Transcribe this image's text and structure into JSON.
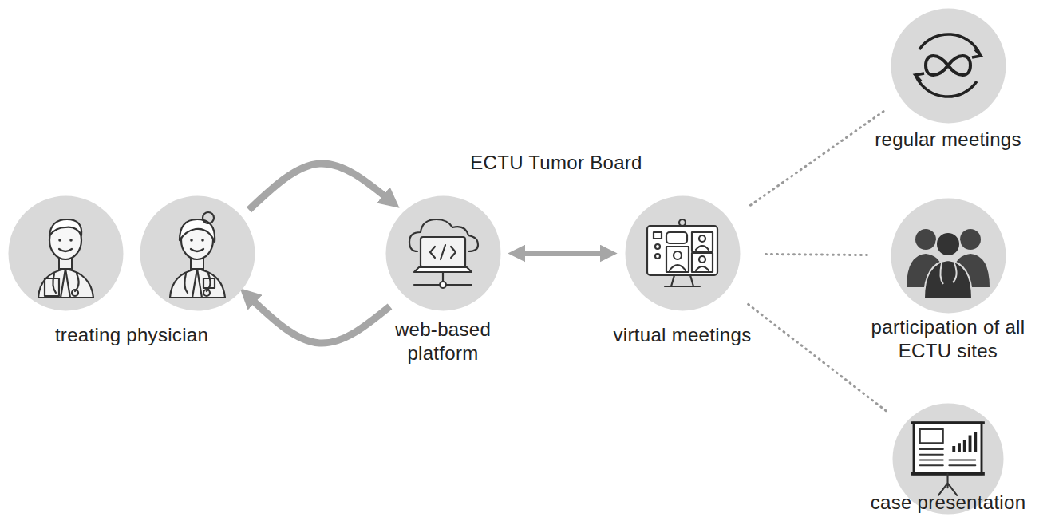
{
  "diagram": {
    "title": "ECTU Tumor Board",
    "nodes": [
      {
        "text": [
          "treating physician"
        ]
      },
      {
        "text": [
          "web-based platform"
        ]
      },
      {
        "text": [
          "virtual meetings"
        ]
      },
      {
        "text": [
          "regular meetings"
        ]
      },
      {
        "text": [
          "participation of all ECTU sites"
        ]
      },
      {
        "text": [
          "case presentation"
        ]
      }
    ],
    "edges": [
      {
        "from": 0,
        "to": 1,
        "arrow": "to"
      },
      {
        "from": 1,
        "to": 0,
        "arrow": "to"
      },
      {
        "from": 1,
        "to": 2,
        "arrow": "both"
      },
      {
        "from": 2,
        "to": 3,
        "arrow": "none"
      },
      {
        "from": 2,
        "to": 4,
        "arrow": "none"
      },
      {
        "from": 2,
        "to": 5,
        "arrow": "none"
      }
    ]
  }
}
